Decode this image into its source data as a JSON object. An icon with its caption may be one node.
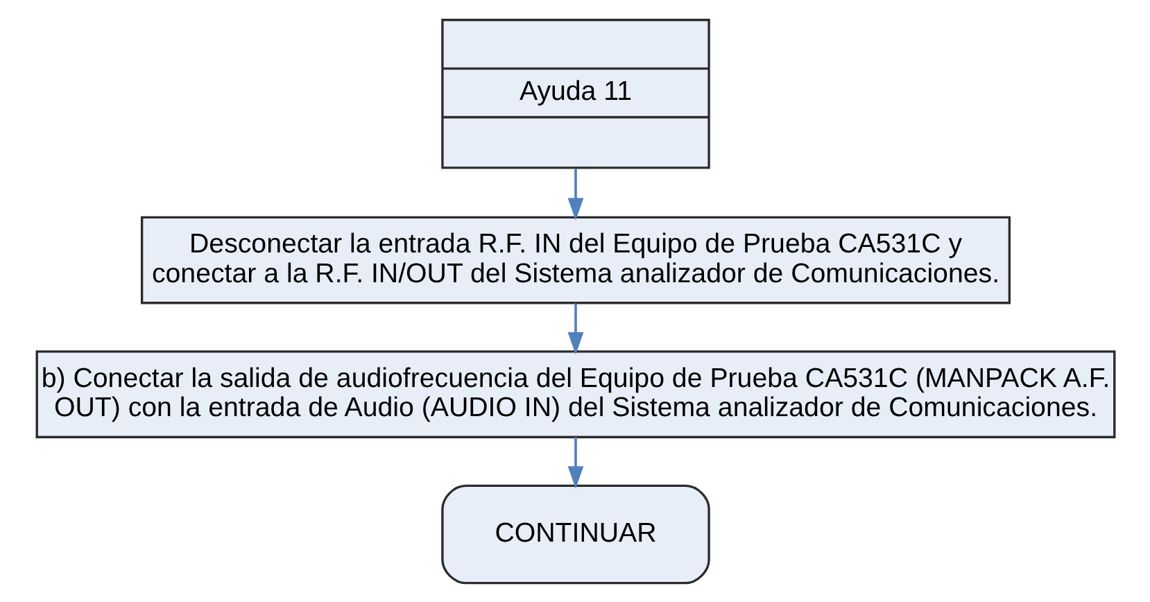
{
  "diagram": {
    "nodes": [
      {
        "text": [
          "Ayuda 11"
        ]
      },
      {
        "text": [
          "Desconectar la entrada R.F. IN del Equipo de Prueba CA531C y conectar a la R.F. IN/OUT del Sistema analizador de Comunicaciones."
        ]
      },
      {
        "text": [
          "b) Conectar la salida de audiofrecuencia del Equipo de Prueba CA531C (MANPACK A.F. OUT) con la entrada de Audio (AUDIO IN) del Sistema analizador de Comunicaciones."
        ]
      },
      {
        "text": [
          "CONTINUAR"
        ]
      }
    ],
    "edges": [
      {
        "from": 0,
        "to": 1,
        "arrow": "to"
      },
      {
        "from": 1,
        "to": 2,
        "arrow": "to"
      },
      {
        "from": 2,
        "to": 3,
        "arrow": "to"
      }
    ]
  }
}
